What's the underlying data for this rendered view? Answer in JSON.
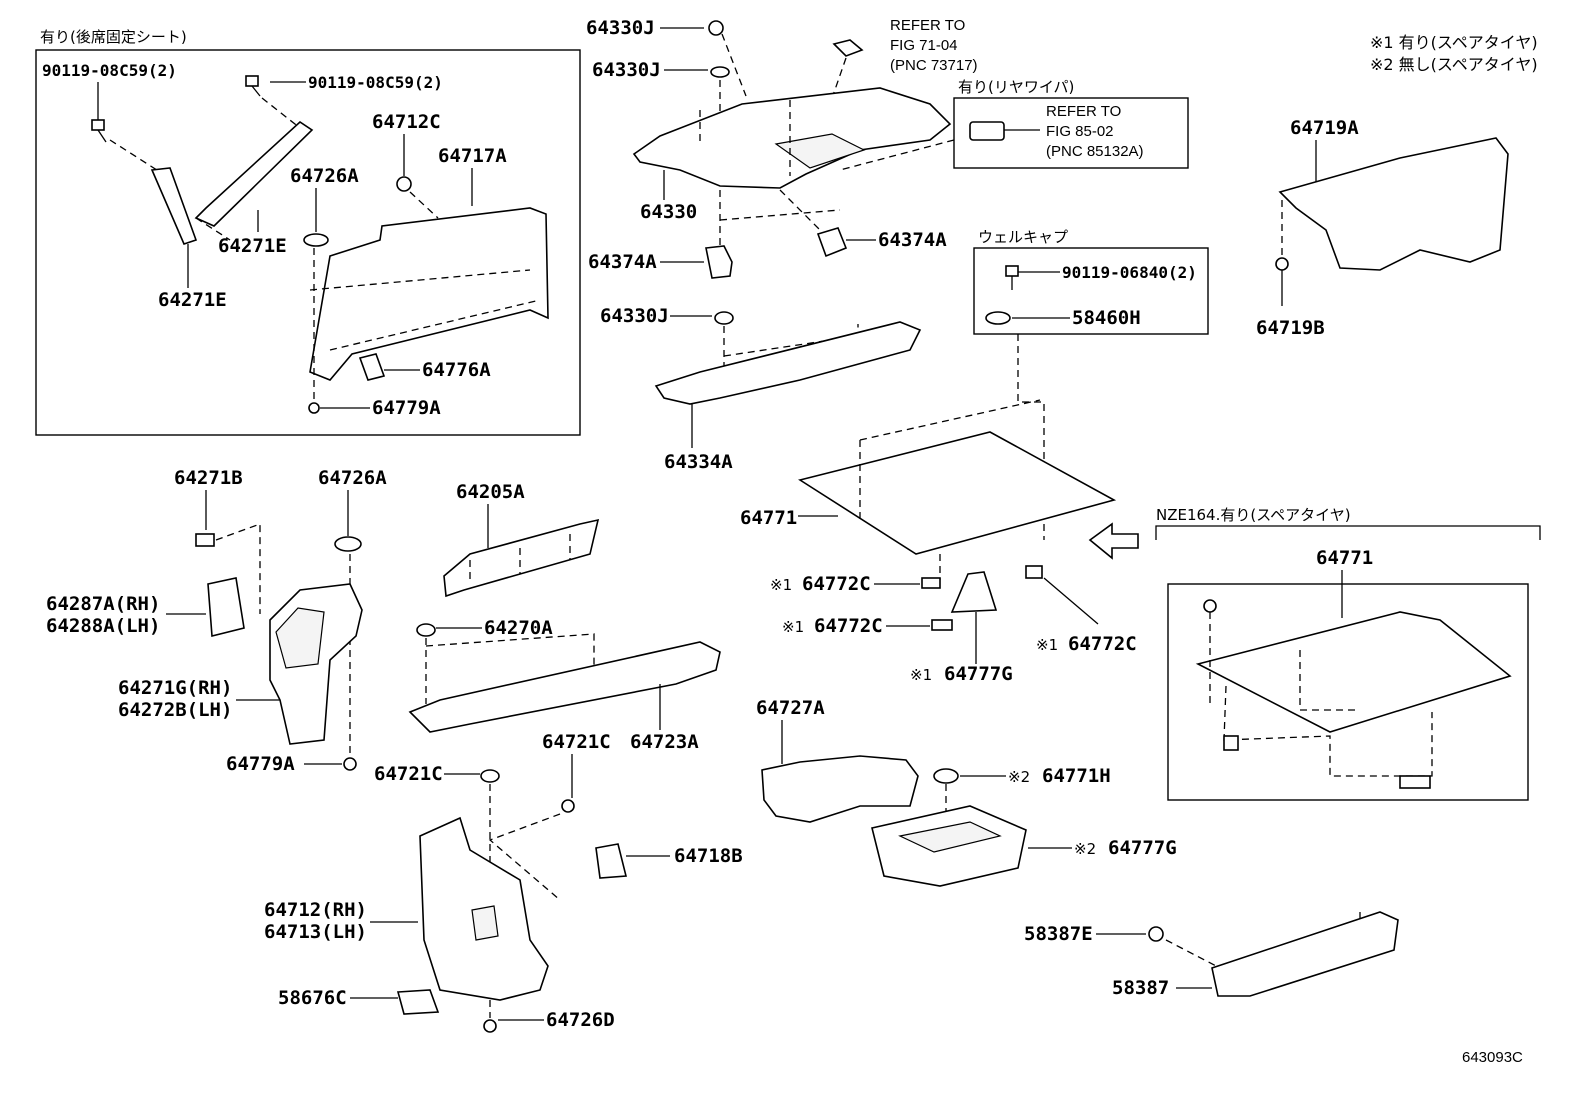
{
  "notes": {
    "spare_yes": "※1 有り(スペアタイヤ)",
    "spare_no": "※2 無し(スペアタイヤ)",
    "mark1": "※1",
    "mark2": "※2",
    "fixed_seat": "有り(後席固定シート)",
    "rear_wiper": "有り(リヤワイパ)",
    "well_cap": "ウェルキャプ",
    "nze164": "NZE164.有り(スペアタイヤ)"
  },
  "refs": {
    "ref1": [
      "REFER TO",
      "FIG 71-04",
      "(PNC 73717)"
    ],
    "ref2": [
      "REFER TO",
      "FIG 85-02",
      "(PNC 85132A)"
    ]
  },
  "labels": {
    "p90119_08c59_a": "90119-08C59(2)",
    "p90119_08c59_b": "90119-08C59(2)",
    "p64712c": "64712C",
    "p64717a": "64717A",
    "p64726a_top": "64726A",
    "p64271e_a": "64271E",
    "p64271e_b": "64271E",
    "p64776a": "64776A",
    "p64779a_top": "64779A",
    "p64330j_a": "64330J",
    "p64330j_b": "64330J",
    "p64330j_c": "64330J",
    "p64330": "64330",
    "p64374a_l": "64374A",
    "p64374a_r": "64374A",
    "p64334a": "64334A",
    "p64719a": "64719A",
    "p64719b": "64719B",
    "p90119_06840": "90119-06840(2)",
    "p58460h": "58460H",
    "p64771": "64771",
    "p64771_nze": "64771",
    "p64772c_a": "64772C",
    "p64772c_b": "64772C",
    "p64772c_c": "64772C",
    "p64777g_a": "64777G",
    "p64271b": "64271B",
    "p64726a_mid": "64726A",
    "p64205a": "64205A",
    "p64287a": "64287A(RH)",
    "p64288a": "64288A(LH)",
    "p64270a": "64270A",
    "p64271g": "64271G(RH)",
    "p64272b": "64272B(LH)",
    "p64723a": "64723A",
    "p64779a_mid": "64779A",
    "p64721c_a": "64721C",
    "p64721c_b": "64721C",
    "p64727a": "64727A",
    "p64771h": "64771H",
    "p64718b": "64718B",
    "p64777g_b": "64777G",
    "p64712": "64712(RH)",
    "p64713": "64713(LH)",
    "p58387e": "58387E",
    "p58387": "58387",
    "p58676c": "58676C",
    "p64726d": "64726D"
  },
  "figure_id": "643093C"
}
